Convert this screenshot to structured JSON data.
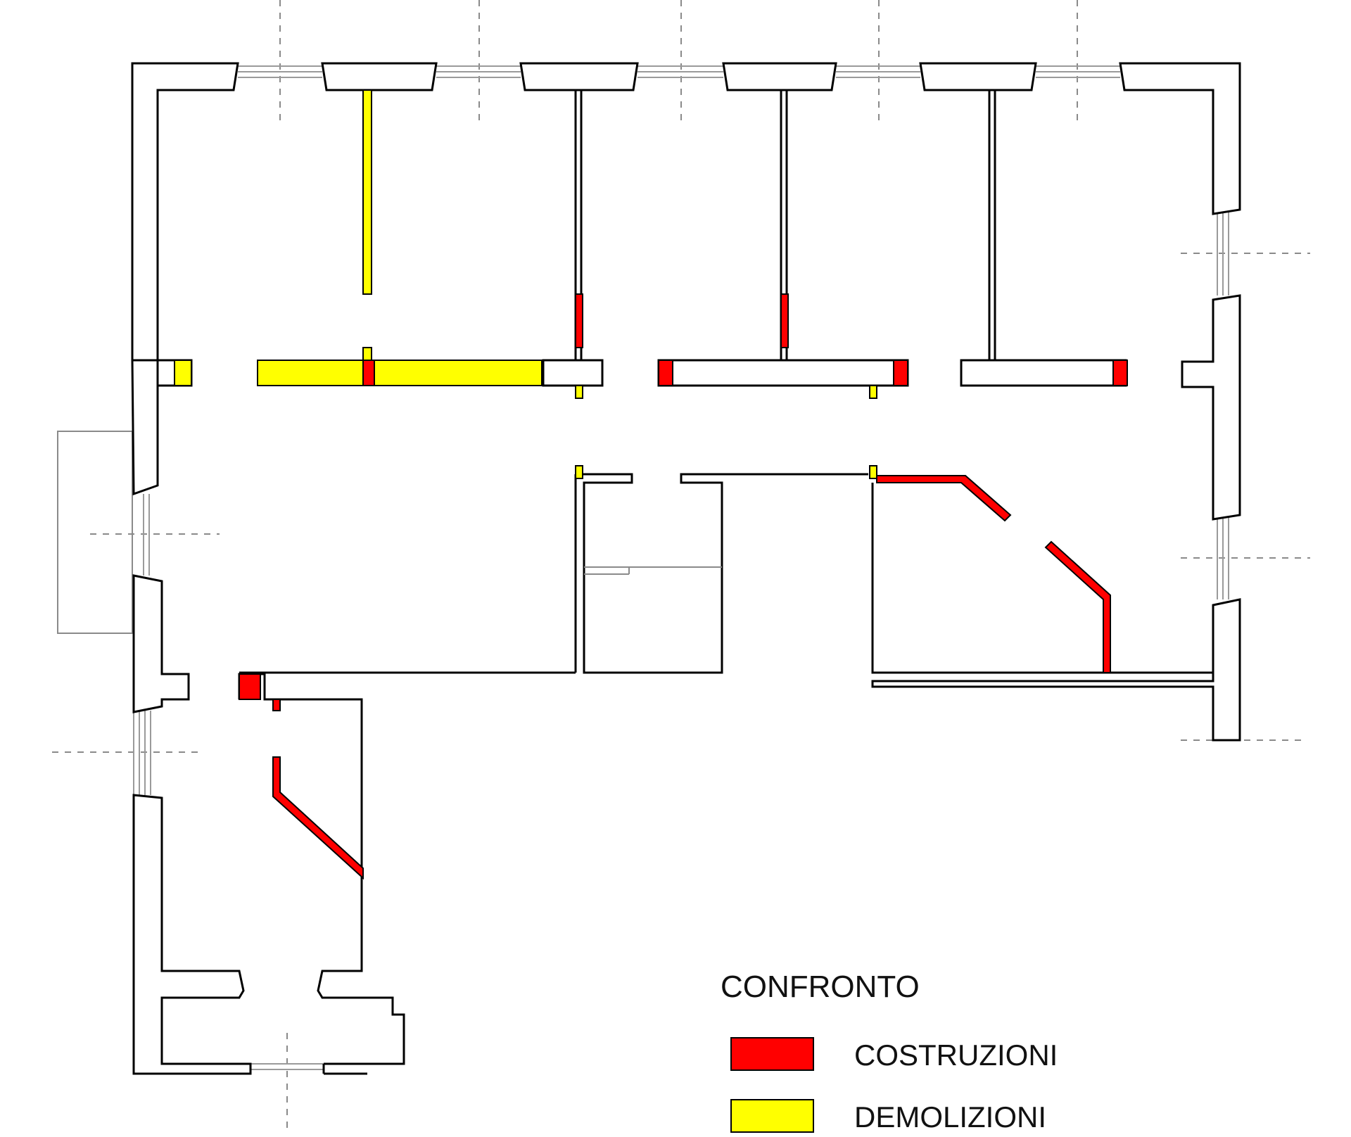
{
  "legend": {
    "title": "CONFRONTO",
    "items": [
      {
        "label": "COSTRUZIONI",
        "color": "#ff0000"
      },
      {
        "label": "DEMOLIZIONI",
        "color": "#ffff00"
      }
    ]
  },
  "colors": {
    "wall": "#000000",
    "construction": "#ff0000",
    "demolition": "#ffff00",
    "guide": "#8a8a8a",
    "background": "#ffffff"
  }
}
